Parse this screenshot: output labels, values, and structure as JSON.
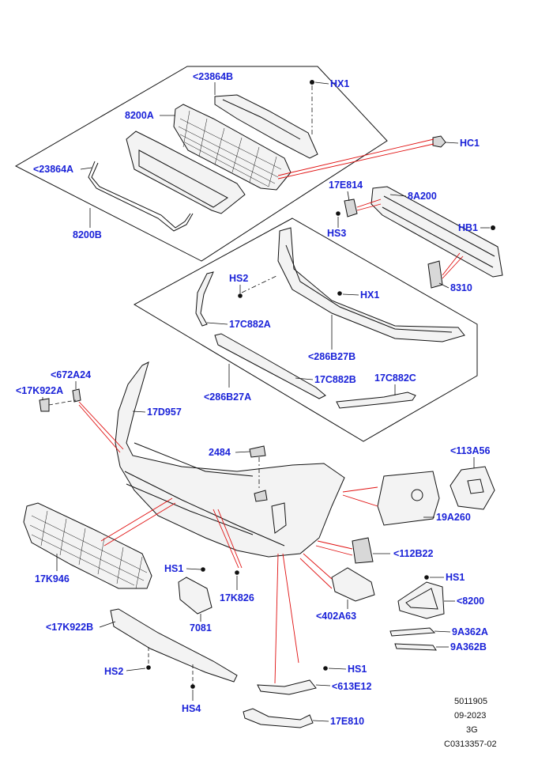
{
  "labels": {
    "l_23864B": "<23864B",
    "l_HX1a": "HX1",
    "l_8200A": "8200A",
    "l_HC1": "HC1",
    "l_23864A": "<23864A",
    "l_17E814": "17E814",
    "l_8A200": "8A200",
    "l_8200B": "8200B",
    "l_HS3": "HS3",
    "l_HB1": "HB1",
    "l_HS2a": "HS2",
    "l_8310": "8310",
    "l_HX1b": "HX1",
    "l_17C882A": "17C882A",
    "l_286B27B": "<286B27B",
    "l_672A24": "<672A24",
    "l_17K922A": "<17K922A",
    "l_17C882B": "17C882B",
    "l_17C882C": "17C882C",
    "l_286B27A": "<286B27A",
    "l_17D957": "17D957",
    "l_2484": "2484",
    "l_113A56": "<113A56",
    "l_19A260": "19A260",
    "l_112B22": "<112B22",
    "l_17K946": "17K946",
    "l_HS1a": "HS1",
    "l_17K826": "17K826",
    "l_HS1b": "HS1",
    "l_402A63": "<402A63",
    "l_8200c": "<8200",
    "l_7081": "7081",
    "l_17K922B": "<17K922B",
    "l_9A362A": "9A362A",
    "l_9A362B": "9A362B",
    "l_HS2b": "HS2",
    "l_HS1c": "HS1",
    "l_613E12": "<613E12",
    "l_HS4": "HS4",
    "l_17E810": "17E810"
  },
  "footer": {
    "ref": "5011905",
    "date": "09-2023",
    "variant": "3G",
    "code": "C0313357-02"
  },
  "colors": {
    "label": "#1a22d8",
    "leader_red": "#e01010",
    "line": "#111111"
  }
}
